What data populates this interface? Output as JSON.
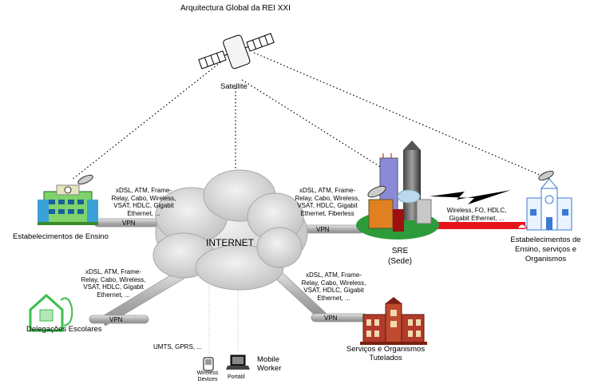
{
  "title": "Arquitectura Global da REI XXI",
  "satellite": {
    "label": "Satellite"
  },
  "internet": {
    "label": "INTERNET"
  },
  "sre": {
    "label": "SRE",
    "sublabel": "(Sede)"
  },
  "nodes": {
    "estab_ensino": {
      "label": "Estabelecimentos de Ensino"
    },
    "estab_ensino_servicos": {
      "label": "Estabelecimentos de\nEnsino, serviços e\nOrganismos"
    },
    "delegacoes": {
      "label": "Delegações Escolares"
    },
    "servicos": {
      "label": "Serviços e Organismos\nTutelados"
    },
    "mobile": {
      "label": "Mobile\nWorker"
    },
    "wireless_devices": {
      "label": "Wireless\nDevices"
    },
    "portatil": {
      "label": "Portátil"
    }
  },
  "links": {
    "left_top": {
      "tech": "xDSL, ATM, Frame-\nRelay, Cabo, Wireless,\nVSAT, HDLC, Gigabit\nEthernet, ...",
      "vpn": "VPN"
    },
    "sre": {
      "tech": "xDSL, ATM, Frame-\nRelay, Cabo, Wireless,\nVSAT, HDLC, Gigabit\nEthernet, Fiberless",
      "vpn": "VPN"
    },
    "right": {
      "tech": "Wireless, FO, HDLC,\nGigabit Ethernet, ..."
    },
    "delegacoes": {
      "tech": "xDSL, ATM, Frame-\nRelay, Cabo, Wireless,\nVSAT, HDLC, Gigabit\nEthernet, ...",
      "vpn": "VPN"
    },
    "servicos": {
      "tech": "xDSL, ATM, Frame-\nRelay, Cabo, Wireless,\nVSAT, HDLC, Gigabit\nEthernet, ...",
      "vpn": "VPN"
    },
    "mobile": {
      "tech": "UMTS, GPRS, ..."
    }
  },
  "colors": {
    "tube": "#b9b9b9",
    "red_link": "#e8141c",
    "cloud": "#d9d9d9",
    "sre_base": "#2e9b3a"
  }
}
